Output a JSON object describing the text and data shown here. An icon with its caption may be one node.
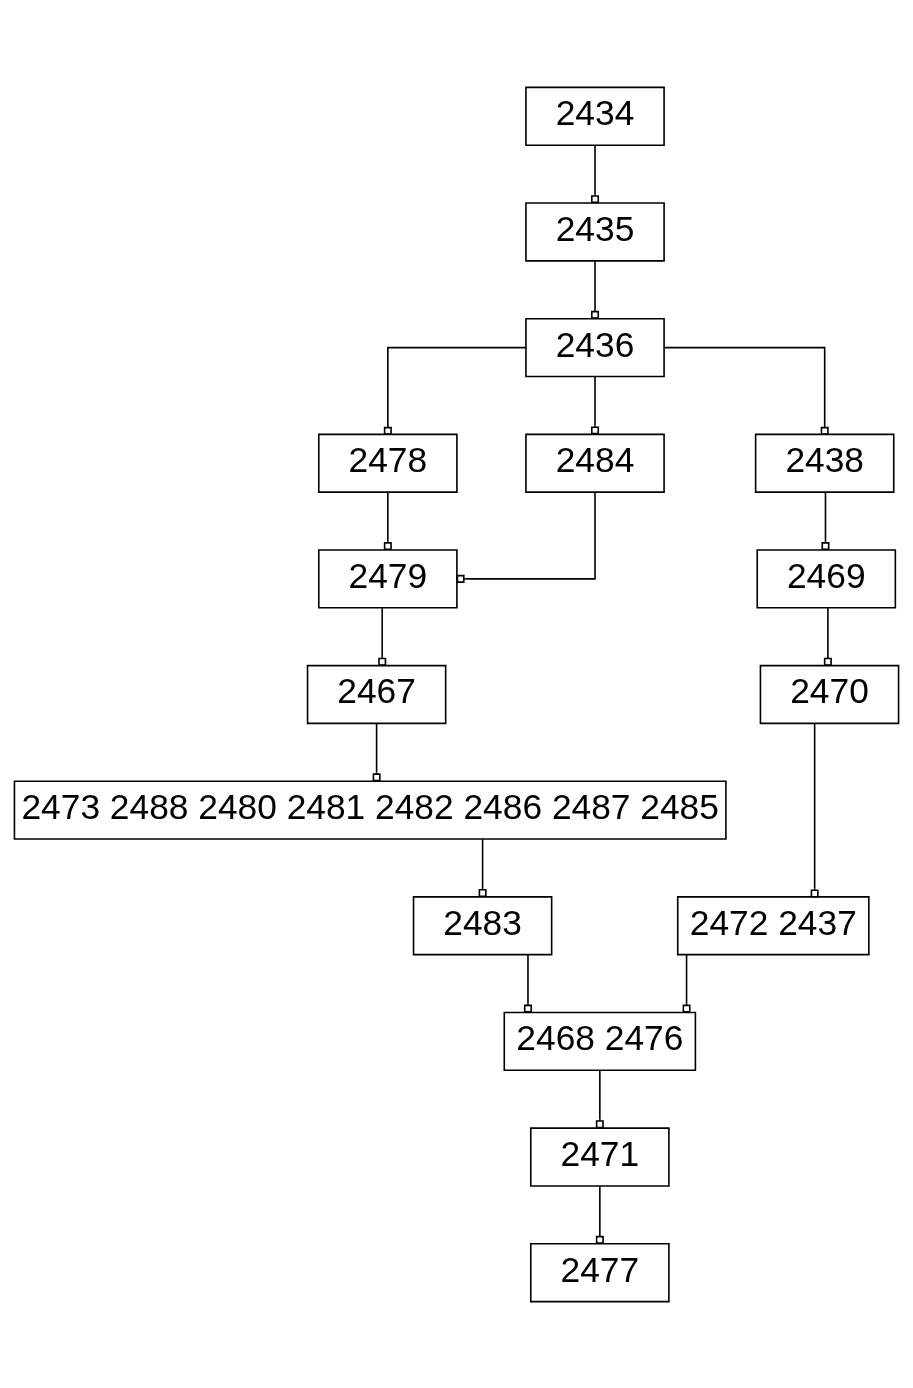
{
  "diagram": {
    "nodes": [
      {
        "text": [
          "2434"
        ]
      },
      {
        "text": [
          "2435"
        ]
      },
      {
        "text": [
          "2436"
        ]
      },
      {
        "text": [
          "2478"
        ]
      },
      {
        "text": [
          "2484"
        ]
      },
      {
        "text": [
          "2438"
        ]
      },
      {
        "text": [
          "2479"
        ]
      },
      {
        "text": [
          "2467"
        ]
      },
      {
        "text": [
          "2473 2488 2480 2481 2482 2486 2487 2485"
        ]
      },
      {
        "text": [
          "2469"
        ]
      },
      {
        "text": [
          "2483"
        ]
      },
      {
        "text": [
          "2470"
        ]
      },
      {
        "text": [
          "2472 2437"
        ]
      },
      {
        "text": [
          "2468 2476"
        ]
      },
      {
        "text": [
          "2471"
        ]
      },
      {
        "text": [
          "2477"
        ]
      }
    ],
    "edges": [
      {
        "from": 0,
        "to": 1,
        "arrow": "other"
      },
      {
        "from": 1,
        "to": 2,
        "arrow": "other"
      },
      {
        "from": 2,
        "to": 3,
        "arrow": "other"
      },
      {
        "from": 2,
        "to": 4,
        "arrow": "other"
      },
      {
        "from": 2,
        "to": 5,
        "arrow": "other"
      },
      {
        "from": 3,
        "to": 6,
        "arrow": "other"
      },
      {
        "from": 4,
        "to": 6,
        "arrow": "other"
      },
      {
        "from": 6,
        "to": 7,
        "arrow": "other"
      },
      {
        "from": 7,
        "to": 8,
        "arrow": "other"
      },
      {
        "from": 8,
        "to": 10,
        "arrow": "other"
      },
      {
        "from": 5,
        "to": 9,
        "arrow": "other"
      },
      {
        "from": 9,
        "to": 11,
        "arrow": "other"
      },
      {
        "from": 11,
        "to": 12,
        "arrow": "other"
      },
      {
        "from": 10,
        "to": 13,
        "arrow": "other"
      },
      {
        "from": 12,
        "to": 13,
        "arrow": "other"
      },
      {
        "from": 13,
        "to": 14,
        "arrow": "other"
      },
      {
        "from": 14,
        "to": 15,
        "arrow": "other"
      }
    ]
  }
}
